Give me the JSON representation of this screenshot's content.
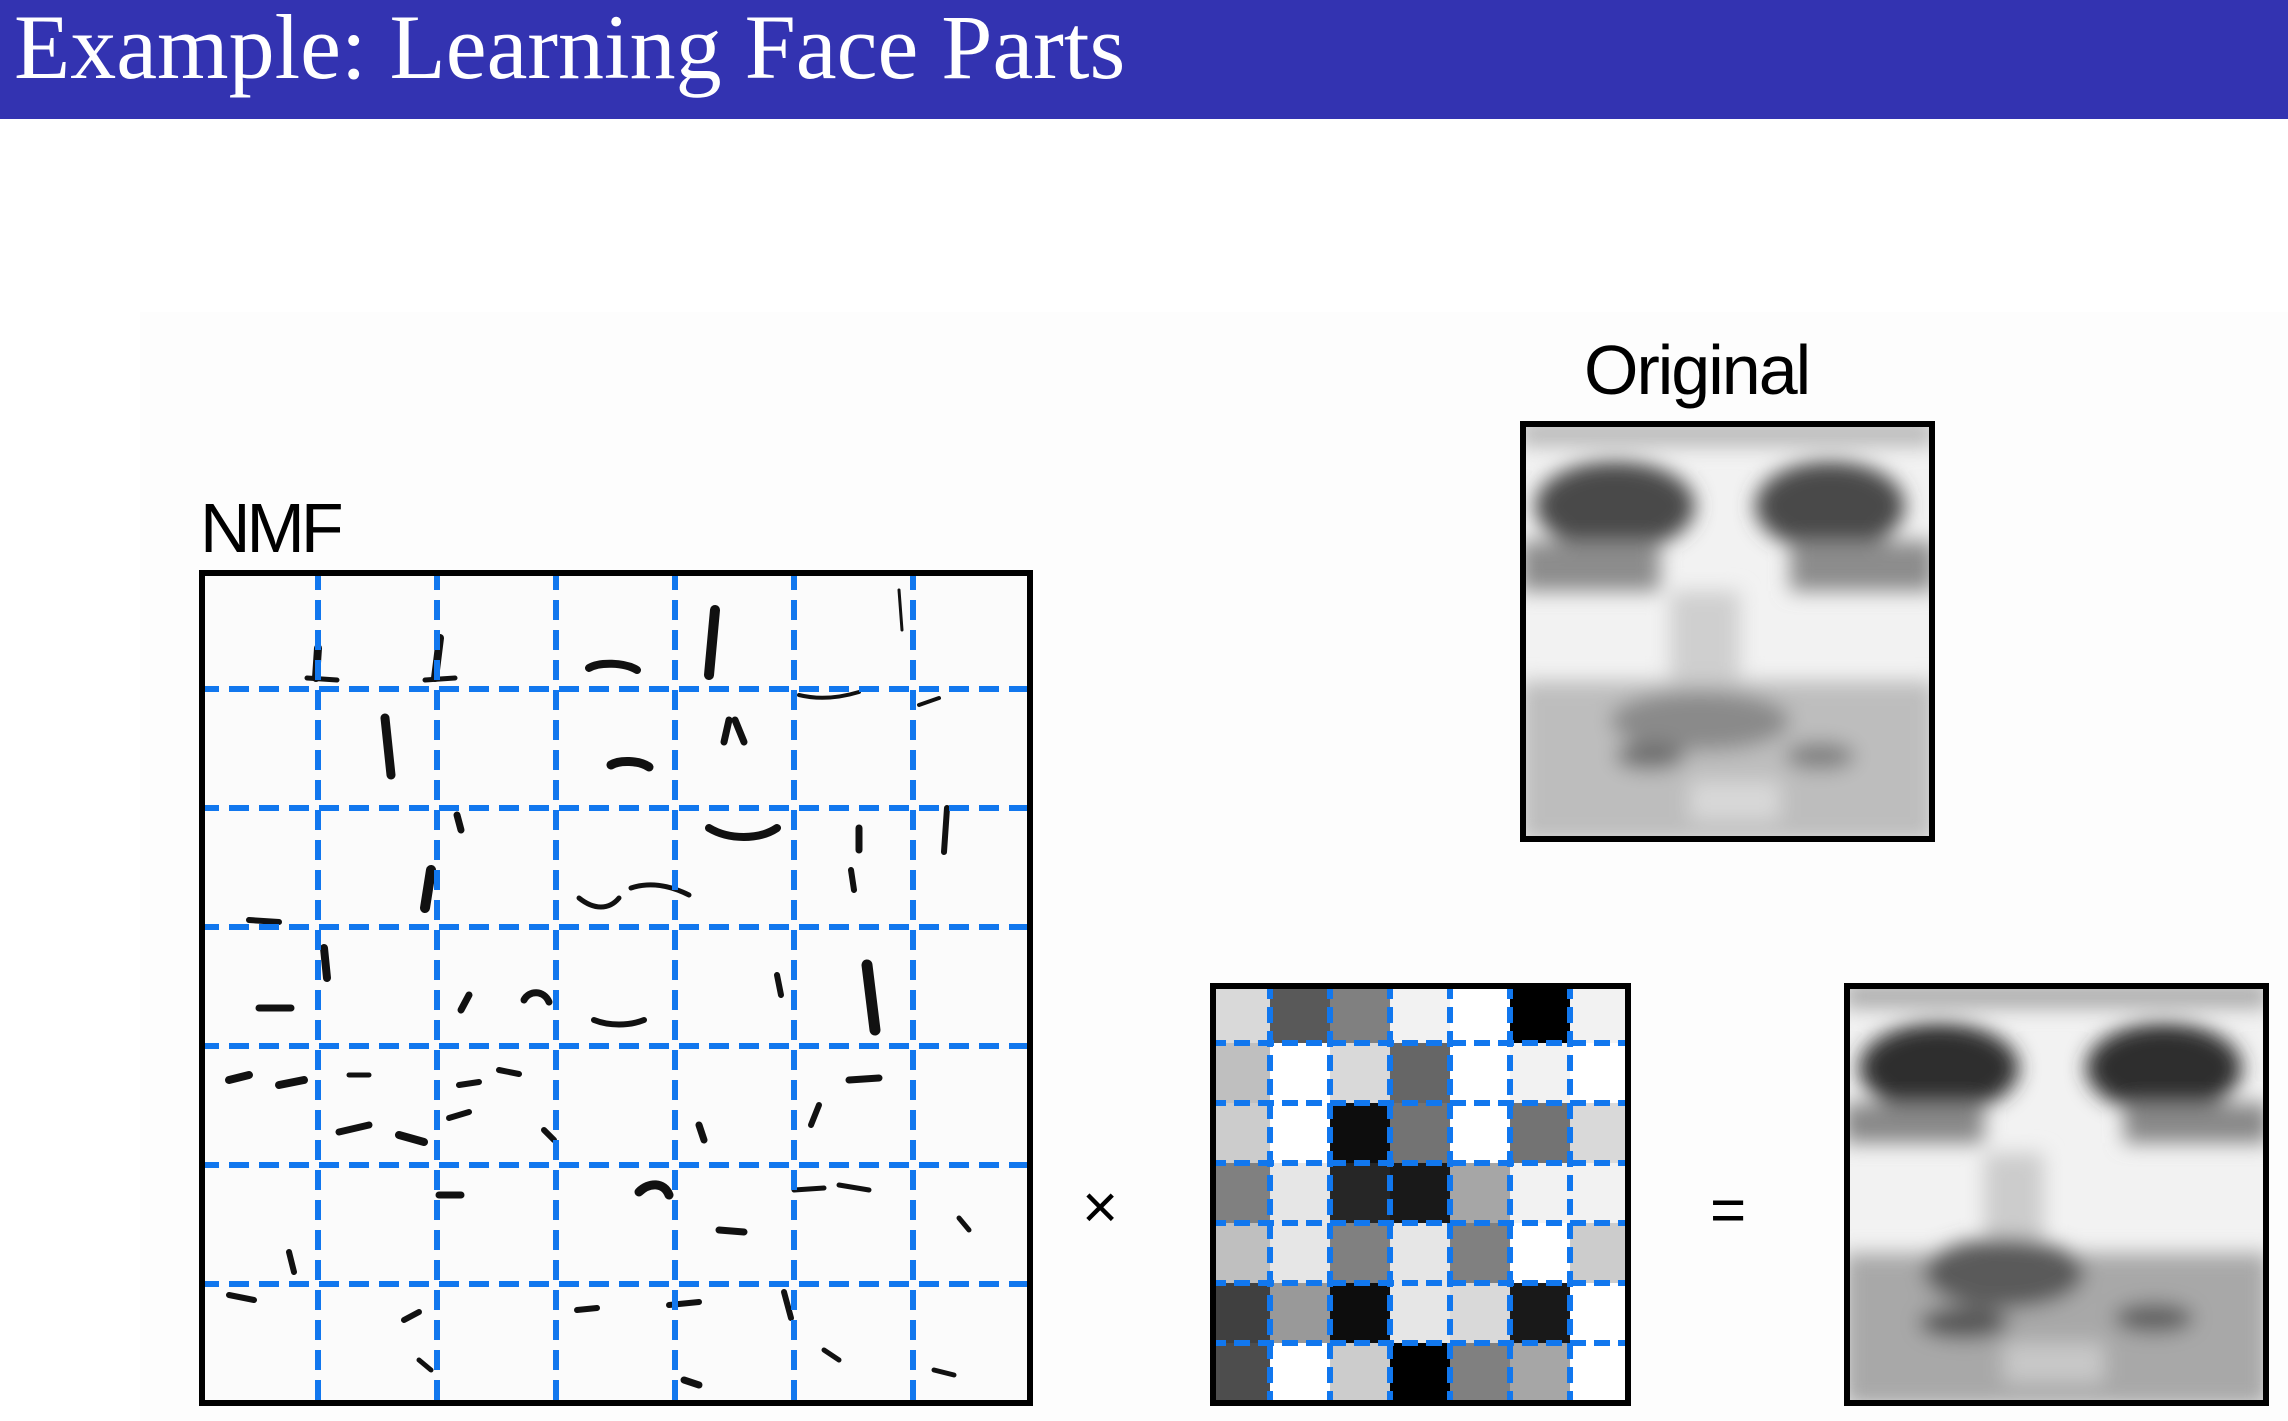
{
  "slide": {
    "title": "Example: Learning Face Parts"
  },
  "figure": {
    "nmf_label": "NMF",
    "original_label": "Original",
    "multiply_sign": "×",
    "equals_sign": "="
  },
  "colors": {
    "title_bar": "#3333b1",
    "grid_lines": "#1177ee",
    "frame": "#000000"
  },
  "icons": {
    "times": "multiplication-sign",
    "equals": "equals-sign"
  },
  "basis_grid": {
    "rows": 7,
    "cols": 7
  },
  "coefficient_grid": {
    "rows": 7,
    "cols": 7,
    "gray_levels": [
      [
        0.15,
        0.65,
        0.5,
        0.05,
        0.0,
        1.0,
        0.05
      ],
      [
        0.25,
        0.0,
        0.15,
        0.6,
        0.0,
        0.05,
        0.0
      ],
      [
        0.2,
        0.0,
        0.95,
        0.55,
        0.0,
        0.55,
        0.15
      ],
      [
        0.5,
        0.1,
        0.85,
        0.9,
        0.35,
        0.05,
        0.05
      ],
      [
        0.25,
        0.1,
        0.5,
        0.1,
        0.5,
        0.0,
        0.2
      ],
      [
        0.75,
        0.4,
        0.95,
        0.1,
        0.15,
        0.9,
        0.0
      ],
      [
        0.7,
        0.0,
        0.2,
        1.0,
        0.5,
        0.35,
        0.0
      ]
    ]
  }
}
